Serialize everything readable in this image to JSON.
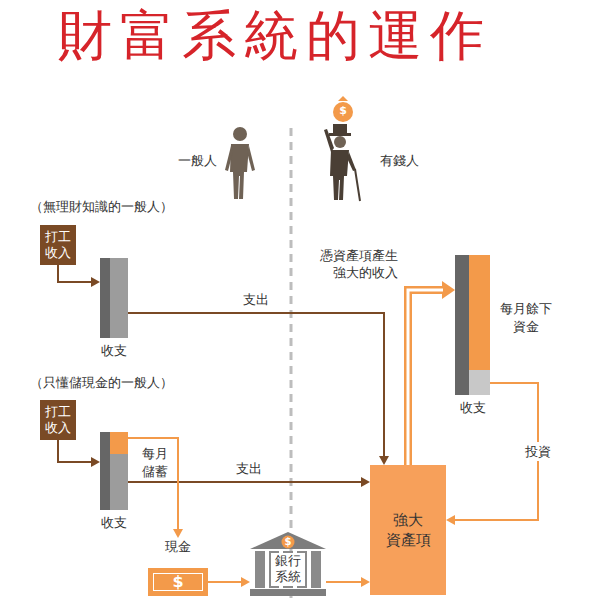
{
  "diagram": {
    "title": "財富系統的運作",
    "nodes": [
      {
        "text": [
          "打工 收入"
        ]
      },
      {
        "text": [
          "收支"
        ]
      },
      {
        "text": [
          "打工 收入"
        ]
      },
      {
        "text": [
          "收支"
        ]
      },
      {
        "text": [
          "現金",
          "$"
        ]
      },
      {
        "text": [
          "$",
          "銀行 系統"
        ]
      },
      {
        "text": [
          "強大 資產項"
        ]
      },
      {
        "text": [
          "收支"
        ]
      }
    ],
    "edges": [
      {
        "from": 0,
        "to": 1,
        "arrow": "to"
      },
      {
        "from": 1,
        "to": 6,
        "label": "支出",
        "arrow": "to"
      },
      {
        "from": 2,
        "to": 3,
        "arrow": "to"
      },
      {
        "from": 3,
        "to": 6,
        "label": "支出",
        "arrow": "to"
      },
      {
        "from": 3,
        "to": 4,
        "arrow": "to"
      },
      {
        "from": 4,
        "to": 5,
        "arrow": "to"
      },
      {
        "from": 5,
        "to": 6,
        "arrow": "to"
      },
      {
        "from": 6,
        "to": 7,
        "label": "憑資產項產生 強大的收入",
        "arrow": "to"
      },
      {
        "from": 7,
        "to": 6,
        "label": "投資",
        "arrow": "to"
      }
    ],
    "labels": [
      "（無理財知識的一般人）",
      "（只懂儲現金的一般人）",
      "一般人",
      "有錢人",
      "每月 儲蓄",
      "每月餘下 資金",
      "$"
    ]
  }
}
